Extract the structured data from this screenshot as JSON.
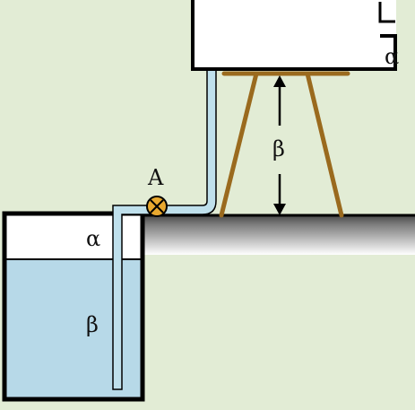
{
  "labels": {
    "valve": "A",
    "top_tank_gap": "α",
    "height": "β",
    "lower_tank_gap": "α",
    "water_depth": "β"
  },
  "colors": {
    "background": "#e2ecd5",
    "water": "#b7d9e8",
    "pipe": "#bfe0ec",
    "stand": "#9a6a1e",
    "valve": "#e9a92f",
    "outline": "#000000"
  },
  "icons": {
    "valve": "valve-x-icon",
    "arrow_up": "arrow-up-icon",
    "arrow_down": "arrow-down-icon"
  }
}
